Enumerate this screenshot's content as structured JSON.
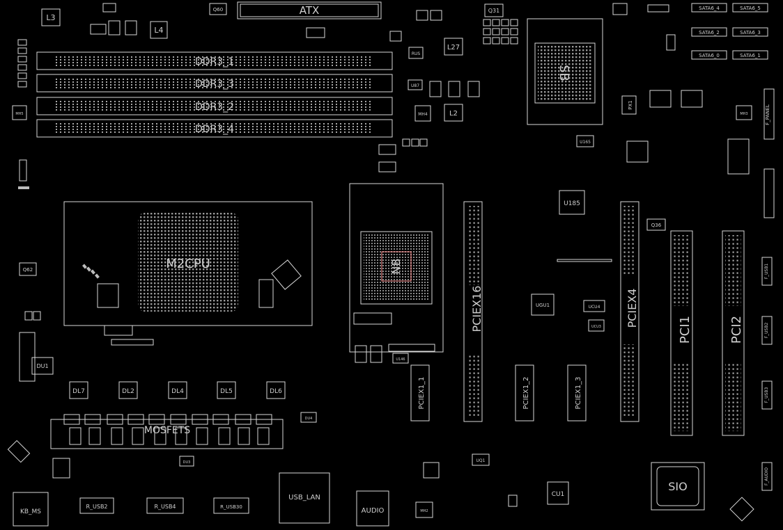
{
  "colors": {
    "background": "#000000",
    "silkscreen": "#d8d8d8",
    "pad": "#bdbdbd",
    "highlight": "#ff8c8c"
  },
  "connectors": {
    "atx": "ATX",
    "ddr3_1": "DDR3_1",
    "ddr3_3": "DDR3_3",
    "ddr3_2": "DDR3_2",
    "ddr3_4": "DDR3_4",
    "pciex16": "PCIEX16",
    "pciex4": "PCIEX4",
    "pci1": "PCI1",
    "pci2": "PCI2",
    "pciex1_1": "PCIEX1_1",
    "pciex1_2": "PCIEX1_2",
    "pciex1_3": "PCIEX1_3",
    "sata_4": "SATA6_4",
    "sata_5": "SATA6_5",
    "sata_2": "SATA6_2",
    "sata_3": "SATA6_3",
    "sata_0": "SATA6_0",
    "sata_1": "SATA6_1",
    "f_panel": "F_PANEL",
    "usb_lan": "USB_LAN",
    "audio": "AUDIO",
    "kb_ms": "KB_MS",
    "r_usb2": "R_USB2",
    "r_usb4": "R_USB4",
    "r_usb30": "R_USB30",
    "f_usb1": "F_USB1",
    "f_usb2": "F_USB2",
    "f_usb3": "F_USB3",
    "f_audio": "F_AUDIO"
  },
  "chips": {
    "cpu": "M2CPU",
    "sb": "SB",
    "nb": "NB",
    "sio": "SIO",
    "u185": "U185",
    "ugu1": "UGU1",
    "ucu4": "UCU4",
    "ucu3": "UCU3",
    "cu1": "CU1",
    "uq1": "UQ1",
    "ud1": "DU1",
    "du3": "DU3",
    "du4": "DU4",
    "u87": "U87",
    "u146": "U146",
    "u165": "U165",
    "px1": "PX1"
  },
  "inductors": {
    "l3": "L3",
    "l4": "L4",
    "l27": "L27",
    "l2": "L2"
  },
  "leds": {
    "dl7": "DL7",
    "dl2": "DL2",
    "dl4": "DL4",
    "dl5": "DL5",
    "dl6": "DL6"
  },
  "transistors": {
    "q31": "Q31",
    "q60": "Q60",
    "q36": "Q36",
    "q62": "Q62"
  },
  "mosfets": "MOSFETS",
  "misc": {
    "mh_top": "MH5",
    "mh_mid": "MH4",
    "mh_right": "MH3",
    "mh_bot": "MH2",
    "rus": "RUS"
  }
}
